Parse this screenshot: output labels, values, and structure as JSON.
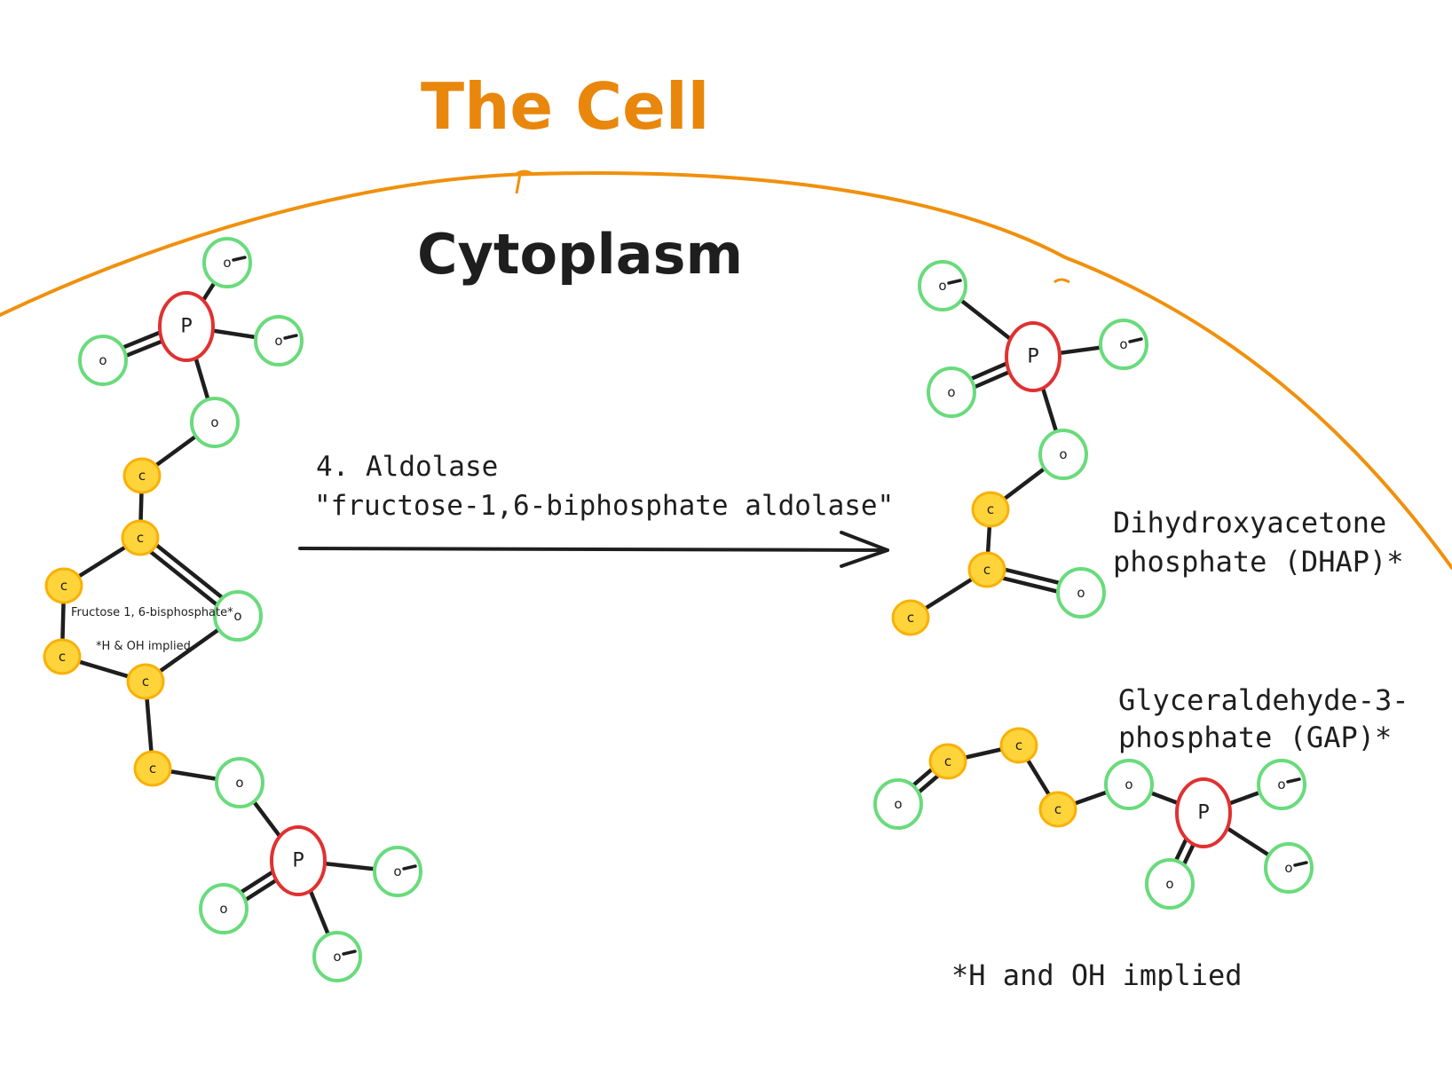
{
  "title": "The Cell",
  "region_label": "Cytoplasm",
  "enzyme": {
    "step": "4. Aldolase",
    "full_name": "\"fructose-1,6-biphosphate aldolase\""
  },
  "substrate": {
    "name": "Fructose 1, 6-bisphosphate*",
    "note": "*H & OH implied"
  },
  "products": {
    "dhap": {
      "line1": "Dihydroxyacetone",
      "line2": "phosphate (DHAP)*"
    },
    "gap": {
      "line1": "Glyceraldehyde-3-",
      "line2": "phosphate (GAP)*"
    }
  },
  "footnote": "*H and OH implied",
  "atom_symbols": {
    "phosphorus": "P",
    "oxygen": "o",
    "carbon": "c"
  },
  "colors": {
    "membrane": "#f0900c",
    "title": "#e8870c",
    "ink": "#1e1e1e",
    "phosphorus_ring": "#e03131",
    "oxygen_ring": "#69db7c",
    "carbon_fill": "#ffd43b",
    "carbon_ring": "#fab005"
  }
}
